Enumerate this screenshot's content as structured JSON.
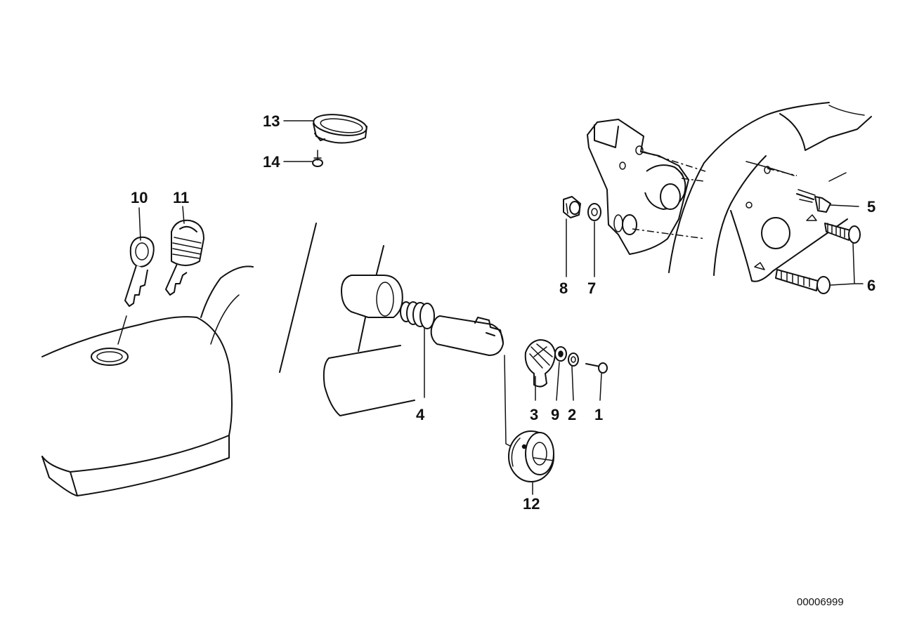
{
  "diagram": {
    "callouts": [
      {
        "key": "c13",
        "text": "13"
      },
      {
        "key": "c14",
        "text": "14"
      },
      {
        "key": "c10",
        "text": "10"
      },
      {
        "key": "c11",
        "text": "11"
      },
      {
        "key": "c5",
        "text": "5"
      },
      {
        "key": "c6",
        "text": "6"
      },
      {
        "key": "c8",
        "text": "8"
      },
      {
        "key": "c7",
        "text": "7"
      },
      {
        "key": "c4",
        "text": "4"
      },
      {
        "key": "c3",
        "text": "3"
      },
      {
        "key": "c9",
        "text": "9"
      },
      {
        "key": "c2",
        "text": "2"
      },
      {
        "key": "c1",
        "text": "1"
      },
      {
        "key": "c12",
        "text": "12"
      }
    ],
    "reference_number": "00006999"
  }
}
